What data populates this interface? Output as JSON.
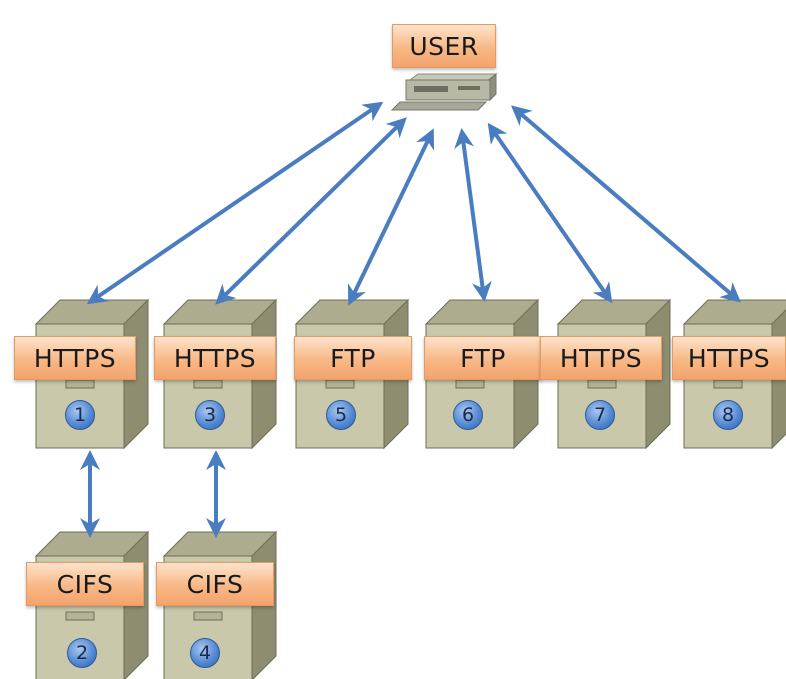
{
  "user": {
    "label": "USER"
  },
  "servers": [
    {
      "label": "HTTPS",
      "number": "1"
    },
    {
      "label": "CIFS",
      "number": "2"
    },
    {
      "label": "HTTPS",
      "number": "3"
    },
    {
      "label": "CIFS",
      "number": "4"
    },
    {
      "label": "FTP",
      "number": "5"
    },
    {
      "label": "FTP",
      "number": "6"
    },
    {
      "label": "HTTPS",
      "number": "7"
    },
    {
      "label": "HTTPS",
      "number": "8"
    }
  ],
  "colors": {
    "arrow": "#4a7cc0",
    "label_fill": "#f8b886",
    "cabinet_front": "#c9c8aa",
    "cabinet_top": "#adac8f",
    "cabinet_side": "#8e8d70",
    "badge": "#4f85d2"
  }
}
